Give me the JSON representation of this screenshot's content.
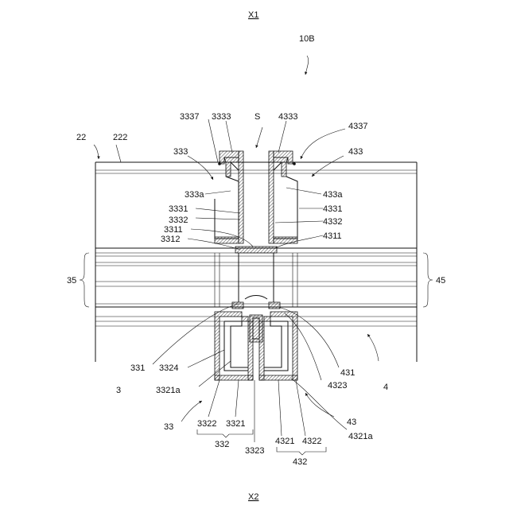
{
  "direction": {
    "top": "X1",
    "bottom": "X2"
  },
  "figure_ref": "10B",
  "labels": {
    "l22": "22",
    "l222": "222",
    "l3337": "3337",
    "l3333": "3333",
    "lS": "S",
    "l4333": "4333",
    "l4337": "4337",
    "l333": "333",
    "l433": "433",
    "l333a": "333a",
    "l433a": "433a",
    "l3331": "3331",
    "l4331": "4331",
    "l3332": "3332",
    "l4332": "4332",
    "l3311": "3311",
    "l3312": "3312",
    "l4311": "4311",
    "l35": "35",
    "l45": "45",
    "l331": "331",
    "l3324": "3324",
    "l431": "431",
    "l3": "3",
    "l3321a": "3321a",
    "l4323": "4323",
    "l4": "4",
    "l43": "43",
    "l4321a": "4321a",
    "l33": "33",
    "l3322": "3322",
    "l3321": "3321",
    "l332": "332",
    "l3323": "3323",
    "l4321": "4321",
    "l4322": "4322",
    "l432": "432"
  }
}
